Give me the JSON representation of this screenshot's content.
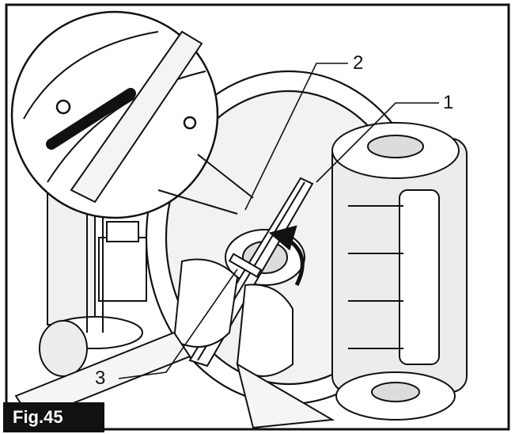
{
  "figure_label": "Fig.45",
  "callouts": [
    {
      "id": "1",
      "text": "1"
    },
    {
      "id": "2",
      "text": "2"
    },
    {
      "id": "3",
      "text": "3"
    }
  ],
  "colors": {
    "ink": "#111111",
    "paper": "#ffffff",
    "shade": "#dcdcdc",
    "label_bg": "#111111",
    "label_fg": "#ffffff"
  }
}
